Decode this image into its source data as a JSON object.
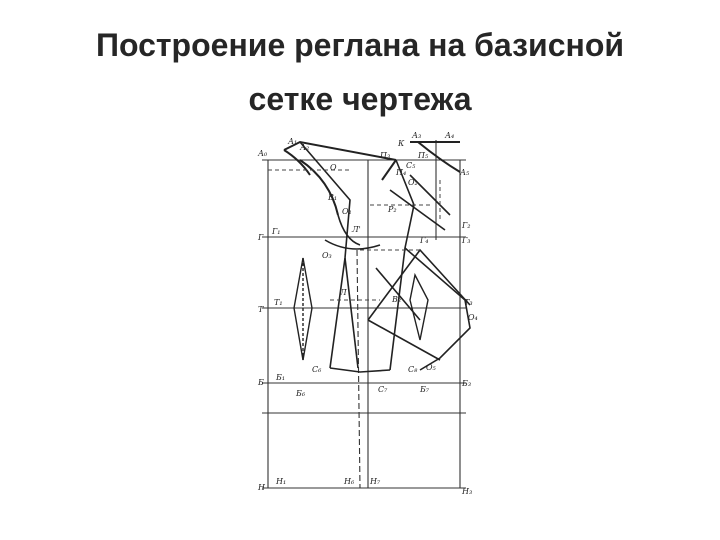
{
  "slide": {
    "title_line1": "Построение реглана на базисной",
    "title_line2": "сетке чертежа"
  },
  "diagram": {
    "labels": {
      "A0": "А₀",
      "A1": "А₁",
      "A2": "А₂",
      "A3": "А₃",
      "A4": "А₄",
      "A5": "А₅",
      "G": "Г",
      "G1": "Г₁",
      "G3": "Г₃",
      "G4": "Г₄",
      "T": "Т",
      "T1": "Т₁",
      "T3": "Т₃",
      "B": "Б",
      "B1": "Б₁",
      "B3": "Б₃",
      "B6": "Б₆",
      "B7": "Б₇",
      "H": "Н",
      "H1": "Н₁",
      "H3": "Н₃",
      "H6": "Н₆",
      "H7": "Н₇",
      "P3": "П₃",
      "P4": "П₄",
      "P5": "П₅",
      "O": "О",
      "O1": "О₁",
      "O2": "О₂",
      "O3": "О₃",
      "O4": "О₄",
      "O5": "О₅",
      "C5": "С₅",
      "C6": "С₆",
      "C7": "С₇",
      "C8": "С₈",
      "L": "Л",
      "Lp": "Л'",
      "G2": "Г₂",
      "V1": "В₁",
      "R2": "Р₂",
      "K": "К",
      "B2": "В₂"
    }
  }
}
